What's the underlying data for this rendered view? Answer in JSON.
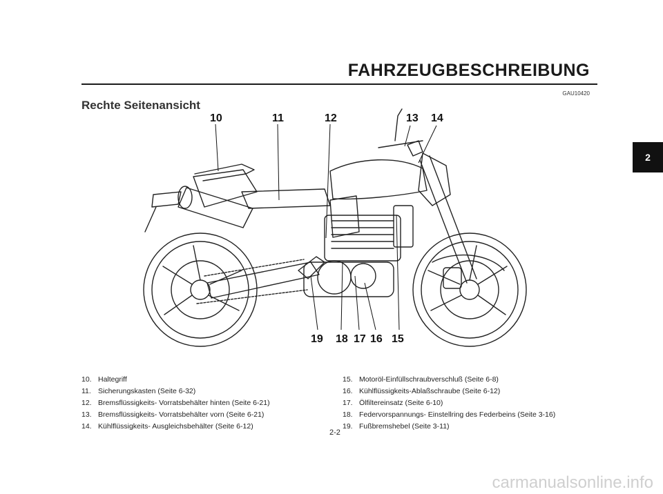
{
  "header": {
    "title": "FAHRZEUGBESCHREIBUNG",
    "doc_code": "GAU10420"
  },
  "section": {
    "title": "Rechte Seitenansicht"
  },
  "chapter_tab": "2",
  "figure": {
    "callouts": [
      "10",
      "11",
      "12",
      "13",
      "14",
      "15",
      "16",
      "17",
      "18",
      "19"
    ]
  },
  "legend": {
    "left": [
      {
        "num": "10.",
        "text": "Haltegriff"
      },
      {
        "num": "11.",
        "text": "Sicherungskasten (Seite 6-32)"
      },
      {
        "num": "12.",
        "text": "Bremsflüssigkeits- Vorratsbehälter hinten (Seite 6-21)"
      },
      {
        "num": "13.",
        "text": "Bremsflüssigkeits- Vorratsbehälter vorn (Seite 6-21)"
      },
      {
        "num": "14.",
        "text": "Kühlflüssigkeits- Ausgleichsbehälter (Seite 6-12)"
      }
    ],
    "right": [
      {
        "num": "15.",
        "text": "Motoröl-Einfüllschraubverschluß (Seite 6-8)"
      },
      {
        "num": "16.",
        "text": "Kühlflüssigkeits-Ablaßschraube (Seite 6-12)"
      },
      {
        "num": "17.",
        "text": "Ölfiltereinsatz (Seite 6-10)"
      },
      {
        "num": "18.",
        "text": "Federvorspannungs- Einstellring des Federbeins (Seite 3-16)"
      },
      {
        "num": "19.",
        "text": "Fußbremshebel (Seite 3-11)"
      }
    ]
  },
  "footer": {
    "page_number": "2-2",
    "watermark": "carmanualsonline.info"
  }
}
